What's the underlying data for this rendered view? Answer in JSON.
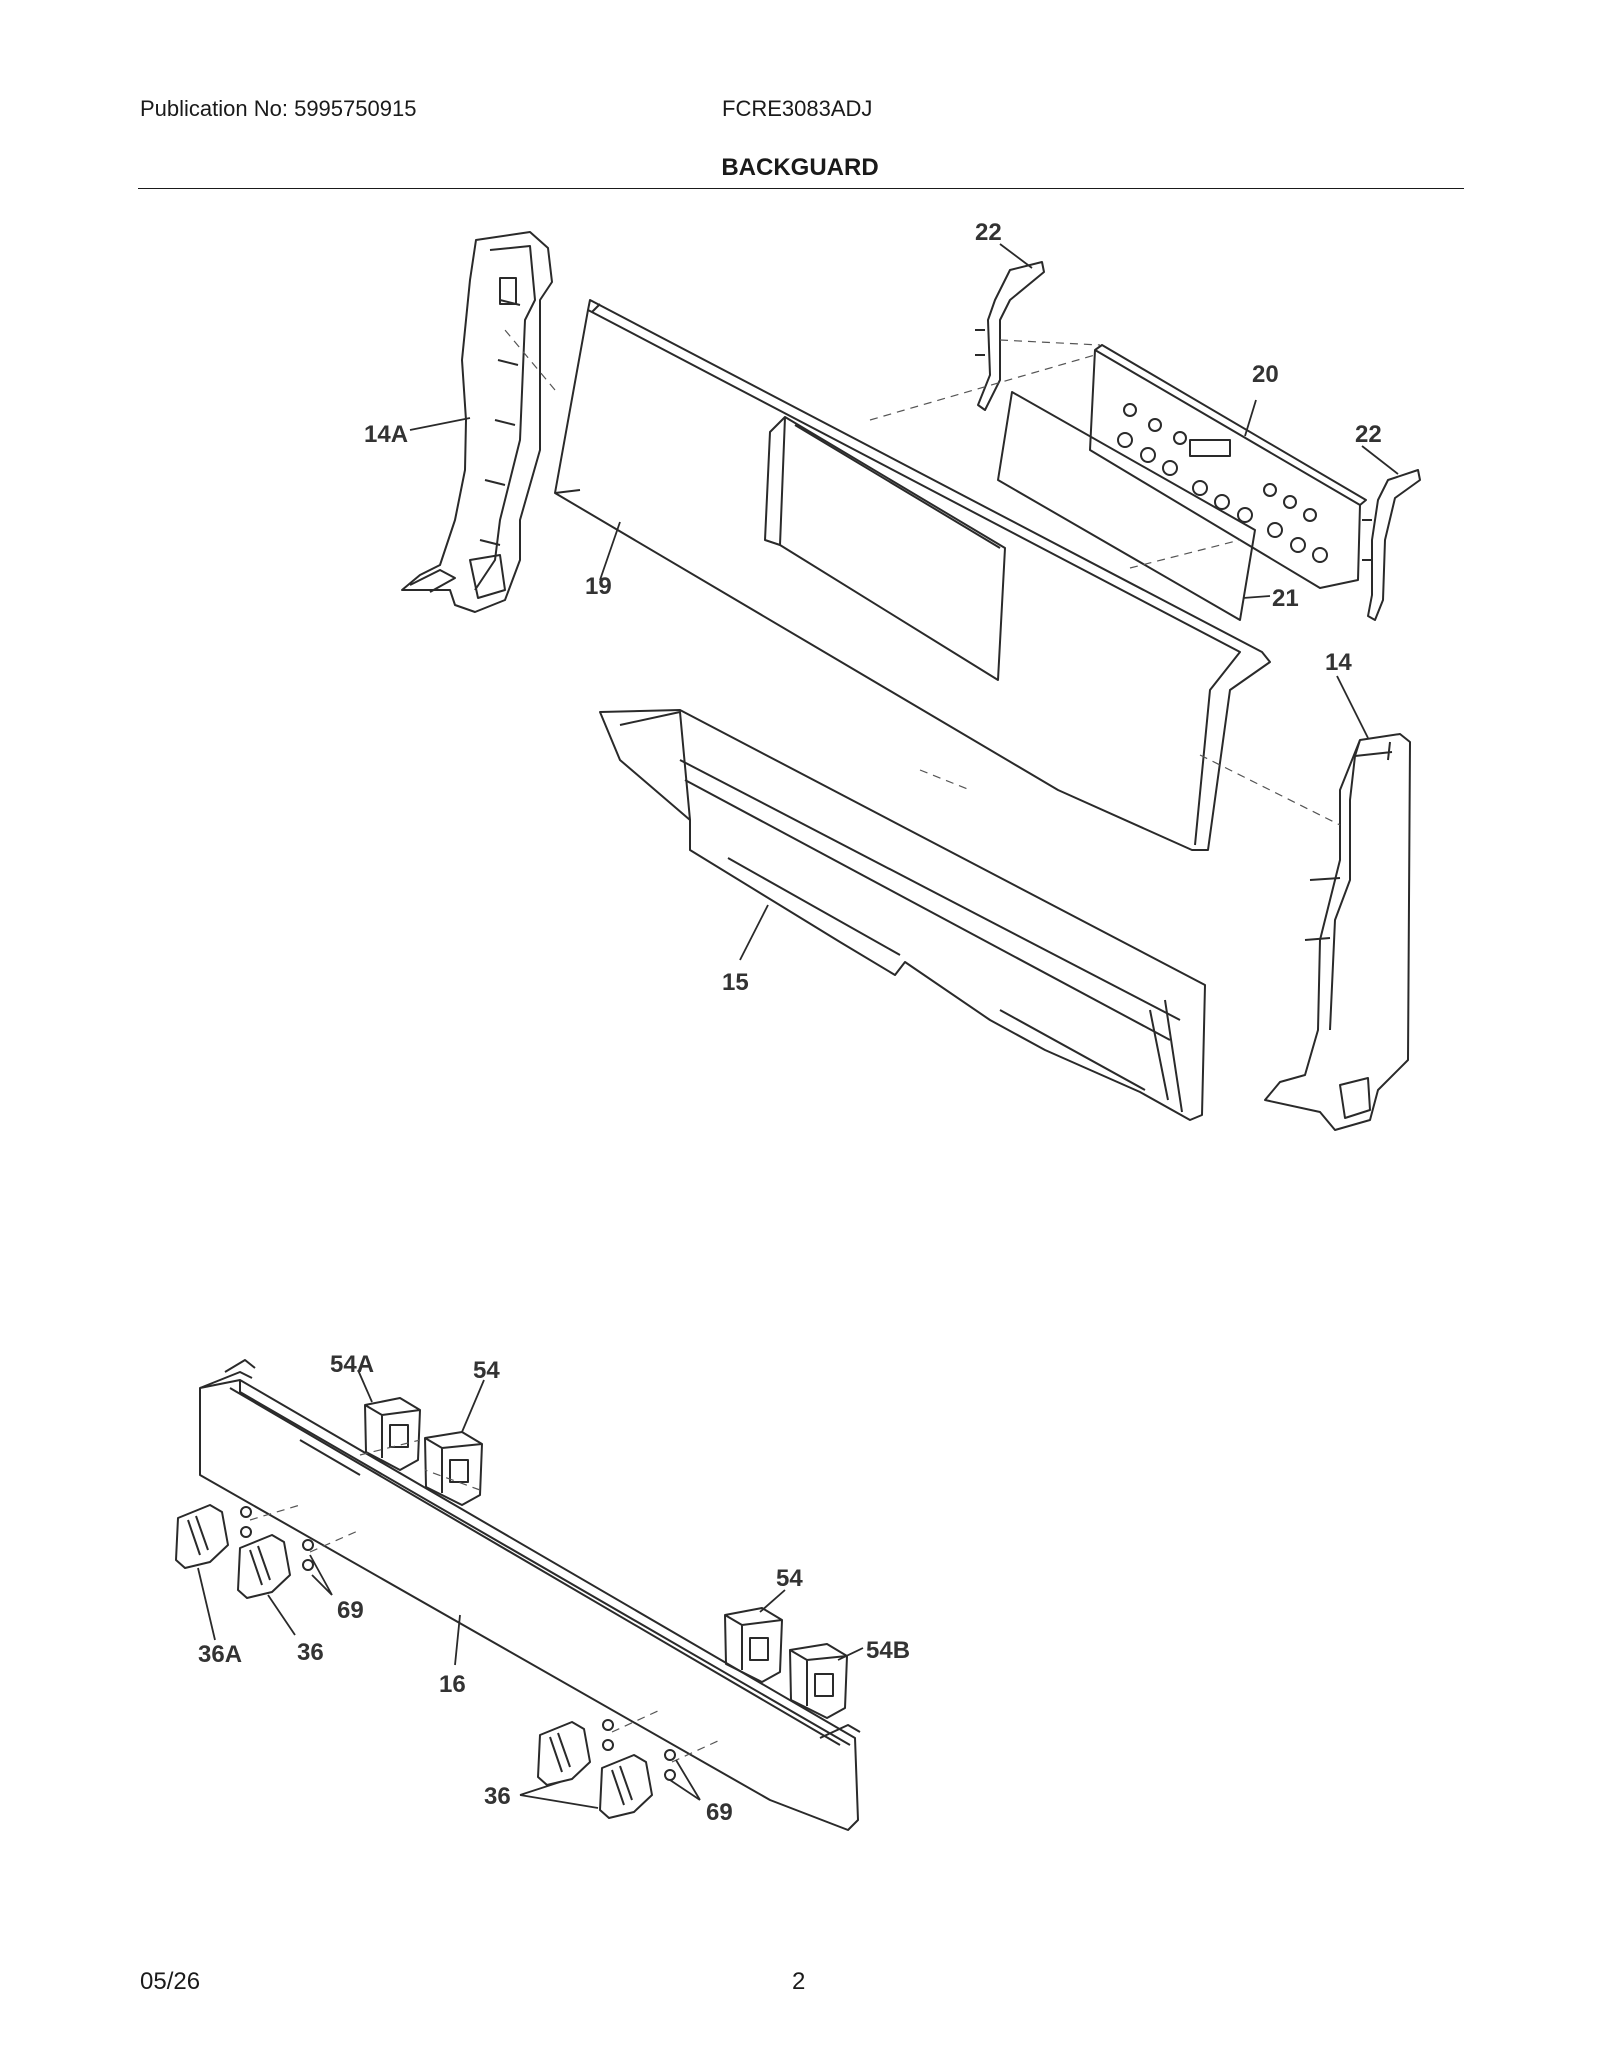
{
  "header": {
    "publication": "Publication No: 5995750915",
    "model": "FCRE3083ADJ",
    "title": "BACKGUARD"
  },
  "callouts": {
    "c22a": "22",
    "c20": "20",
    "c22b": "22",
    "c14a": "14A",
    "c19": "19",
    "c21": "21",
    "c14": "14",
    "c15": "15",
    "c54a": "54A",
    "c54": "54",
    "c69a": "69",
    "c36a": "36A",
    "c36": "36",
    "c16": "16",
    "c54b": "54",
    "c54bb": "54B",
    "c36b": "36",
    "c69b": "69"
  },
  "footer": {
    "date": "05/26",
    "page": "2"
  }
}
